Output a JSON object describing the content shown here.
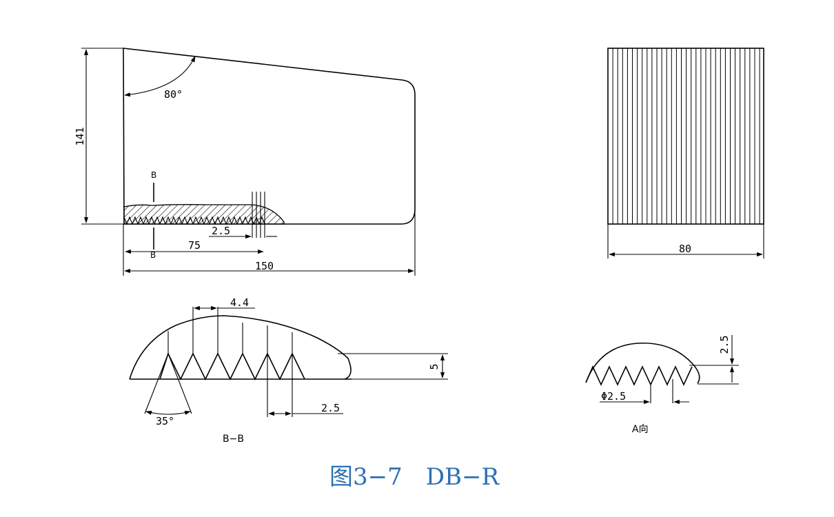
{
  "caption": "图3−7　DB−R",
  "side_view": {
    "height_dim": "141",
    "angle_dim": "80°",
    "section_mark_top": "B",
    "section_mark_bottom": "B",
    "pitch_dim": "2.5",
    "toothed_length_dim": "75",
    "total_length_dim": "150"
  },
  "front_view": {
    "width_dim": "80"
  },
  "section_bb": {
    "label": "B−B",
    "spacing_dim": "4.4",
    "depth_dim": "5",
    "pitch_dim": "2.5",
    "angle_dim": "35°"
  },
  "view_a": {
    "label": "A向",
    "height_dim": "2.5",
    "diameter_dim": "Φ2.5"
  }
}
